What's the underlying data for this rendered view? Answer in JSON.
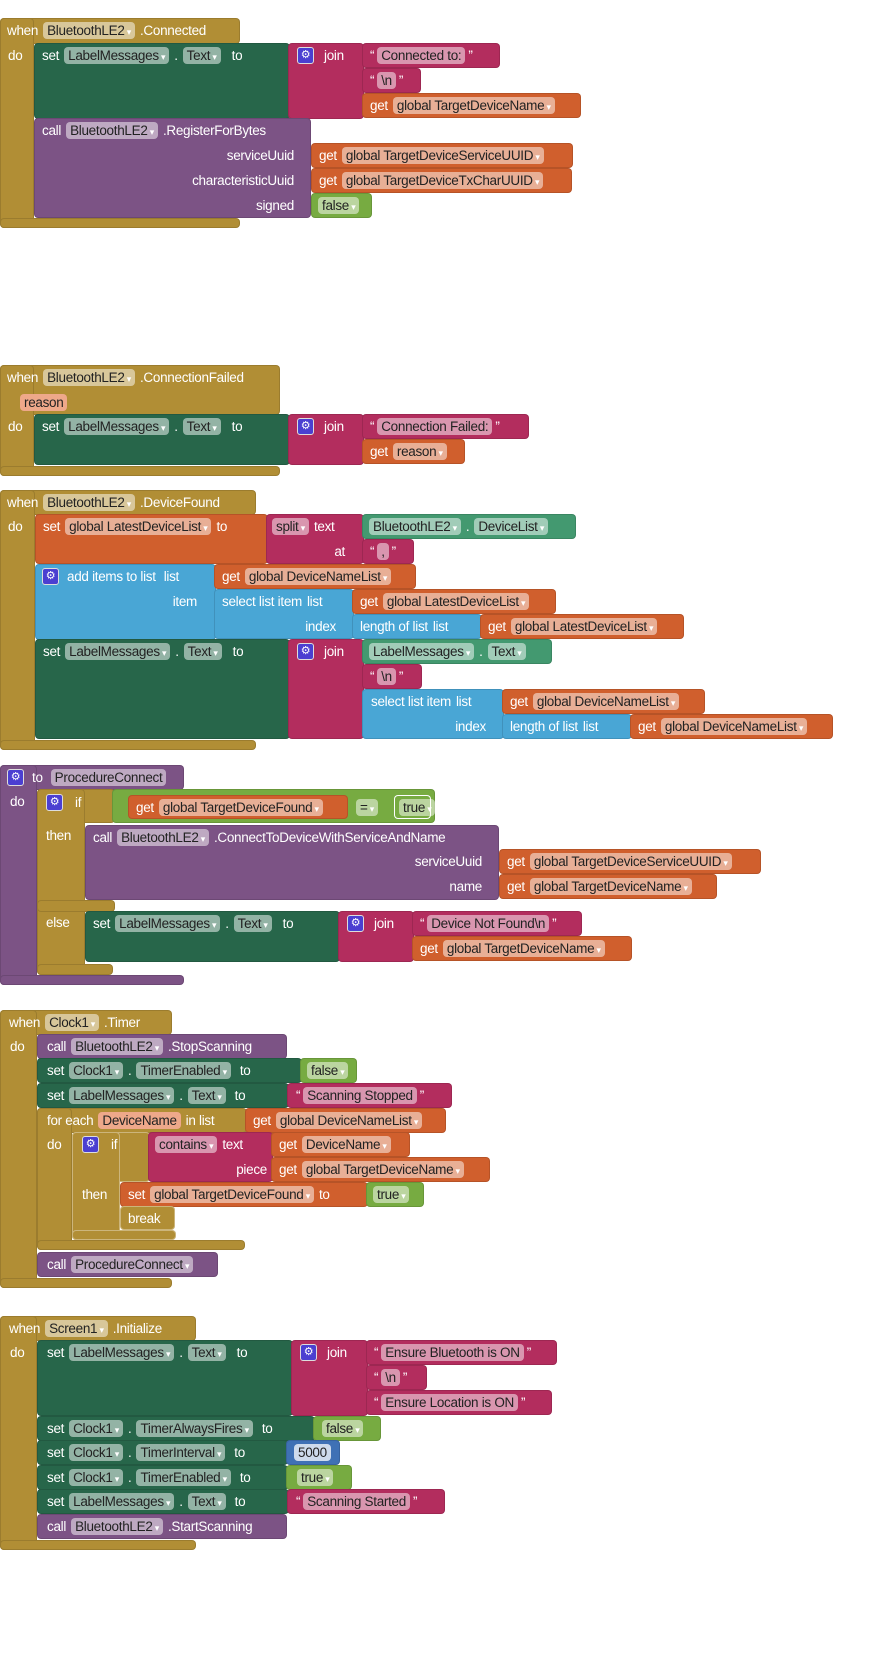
{
  "kw": {
    "when": "when",
    "do": "do",
    "set": "set",
    "to": "to",
    "get": "get",
    "call": "call",
    "join": "join",
    "dot": ".",
    "text": "text",
    "at": "at",
    "list": "list",
    "item": "item",
    "index": "index",
    "if": "if",
    "then": "then",
    "else": "else",
    "break": "break",
    "for_each": "for each",
    "in_list": "in list",
    "split": "split",
    "contains": "contains",
    "piece": "piece",
    "add_items": "add items to list",
    "select_item": "select list item",
    "length_of_list": "length of list",
    "eq": "=",
    "to_proc": "to"
  },
  "connected": {
    "component": "BluetoothLE2",
    "event": ".Connected",
    "target": "LabelMessages",
    "prop": "Text",
    "strings": [
      "Connected to:",
      "\\n"
    ],
    "var": "global TargetDeviceName",
    "call_component": "BluetoothLE2",
    "method": ".RegisterForBytes",
    "args": [
      {
        "name": "serviceUuid",
        "value": "global TargetDeviceServiceUUID"
      },
      {
        "name": "characteristicUuid",
        "value": "global TargetDeviceTxCharUUID"
      },
      {
        "name": "signed",
        "value": "false"
      }
    ]
  },
  "connection_failed": {
    "component": "BluetoothLE2",
    "event": ".ConnectionFailed",
    "param": "reason",
    "target": "LabelMessages",
    "prop": "Text",
    "string": "Connection Failed:",
    "var": "reason"
  },
  "device_found": {
    "component": "BluetoothLE2",
    "event": ".DeviceFound",
    "set_var": "global LatestDeviceList",
    "split_component": "BluetoothLE2",
    "split_prop": "DeviceList",
    "separator": ",",
    "add_list_var": "global DeviceNameList",
    "select_list_var": "global LatestDeviceList",
    "length_list_var": "global LatestDeviceList",
    "target": "LabelMessages",
    "prop": "Text",
    "join_component": "LabelMessages",
    "join_prop": "Text",
    "newline": "\\n",
    "select2_list_var": "global DeviceNameList",
    "length2_list_var": "global DeviceNameList"
  },
  "procedure_connect": {
    "name": "ProcedureConnect",
    "cond_var": "global TargetDeviceFound",
    "cond_value": "true",
    "call_component": "BluetoothLE2",
    "method": ".ConnectToDeviceWithServiceAndName",
    "args": [
      {
        "name": "serviceUuid",
        "value": "global TargetDeviceServiceUUID"
      },
      {
        "name": "name",
        "value": "global TargetDeviceName"
      }
    ],
    "target": "LabelMessages",
    "prop": "Text",
    "string": "Device Not Found\\n",
    "var": "global TargetDeviceName"
  },
  "clock_timer": {
    "component": "Clock1",
    "event": ".Timer",
    "stop_component": "BluetoothLE2",
    "stop_method": ".StopScanning",
    "clock": "Clock1",
    "clock_prop": "TimerEnabled",
    "clock_value": "false",
    "target": "LabelMessages",
    "prop": "Text",
    "string": "Scanning Stopped",
    "loop_var": "DeviceName",
    "loop_list": "global DeviceNameList",
    "contains_var": "DeviceName",
    "piece_var": "global TargetDeviceName",
    "found_var": "global TargetDeviceFound",
    "found_value": "true",
    "proc_call": "ProcedureConnect"
  },
  "screen_init": {
    "component": "Screen1",
    "event": ".Initialize",
    "target": "LabelMessages",
    "prop": "Text",
    "strings": [
      "Ensure Bluetooth is ON",
      "\\n",
      "Ensure Location is ON"
    ],
    "clock": "Clock1",
    "props": [
      {
        "prop": "TimerAlwaysFires",
        "value": "false"
      },
      {
        "prop": "TimerInterval",
        "value": "5000"
      },
      {
        "prop": "TimerEnabled",
        "value": "true"
      }
    ],
    "final_string": "Scanning Started",
    "start_component": "BluetoothLE2",
    "start_method": ".StartScanning"
  }
}
